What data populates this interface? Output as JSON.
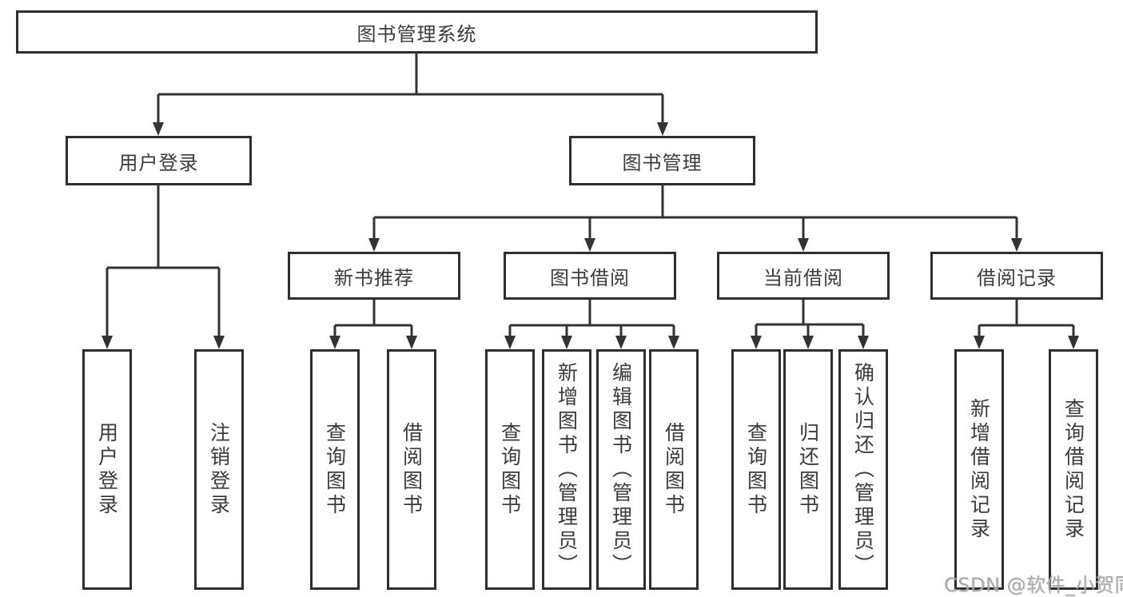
{
  "nodes": {
    "root": "图书管理系统",
    "user_login": "用户登录",
    "book_management": "图书管理",
    "new_book_recommend": "新书推荐",
    "book_borrow": "图书借阅",
    "current_borrow": "当前借阅",
    "borrow_record": "借阅记录",
    "leaf_user_login": "用户登录",
    "leaf_logout": "注销登录",
    "leaf_query_book_1": "查询图书",
    "leaf_borrow_book_1": "借阅图书",
    "leaf_query_book_2": "查询图书",
    "leaf_add_book_admin": "新增图书（管理员）",
    "leaf_edit_book_admin": "编辑图书（管理员）",
    "leaf_borrow_book_2": "借阅图书",
    "leaf_query_book_3": "查询图书",
    "leaf_return_book": "归还图书",
    "leaf_confirm_return_admin": "确认归还（管理员）",
    "leaf_add_borrow_record": "新增借阅记录",
    "leaf_query_borrow_record": "查询借阅记录"
  },
  "colors": {
    "line": "#333333",
    "box_border": "#2e2e2e",
    "text": "#3b3b3b",
    "watermark": "#a9a9a9",
    "background": "#ffffff"
  },
  "watermark": "CSDN @软件_小贺同学"
}
